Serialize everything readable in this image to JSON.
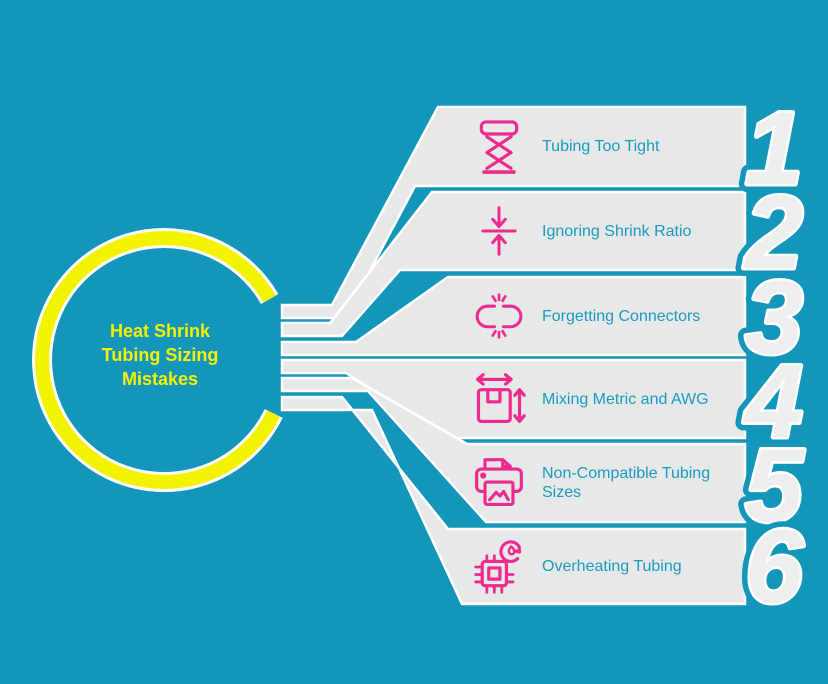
{
  "title": {
    "lines": [
      "Heat Shrink",
      "Tubing Sizing",
      "Mistakes"
    ]
  },
  "items": [
    {
      "number": "1",
      "label": "Tubing Too Tight",
      "icon": "scissor-lift-icon"
    },
    {
      "number": "2",
      "label": "Ignoring Shrink Ratio",
      "icon": "compress-arrows-icon"
    },
    {
      "number": "3",
      "label": "Forgetting Connectors",
      "icon": "broken-link-icon"
    },
    {
      "number": "4",
      "label": "Mixing Metric and AWG",
      "icon": "box-dimensions-icon"
    },
    {
      "number": "5",
      "label": "Non-Compatible Tubing Sizes",
      "icon": "printer-photo-icon"
    },
    {
      "number": "6",
      "label": "Overheating Tubing",
      "icon": "chip-overheat-icon"
    }
  ],
  "colors": {
    "background": "#1496BA",
    "band_gray": "#E7E8E8",
    "accent_pink": "#ED2B8E",
    "accent_yellow": "#F3F300",
    "label_text": "#1A9ABF",
    "number_fill": "#EDEEEE",
    "outline_white": "#FFFFFF"
  }
}
